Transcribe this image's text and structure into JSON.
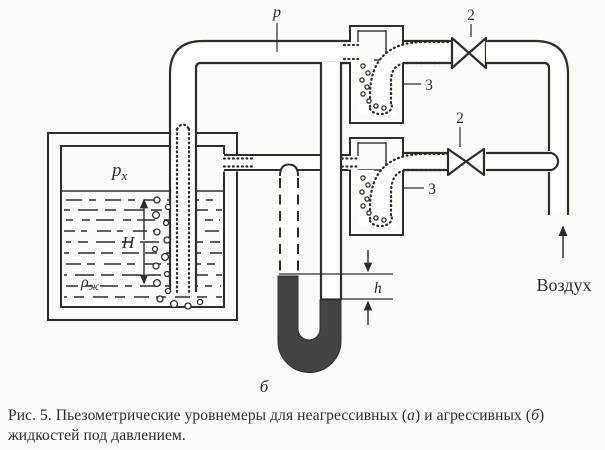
{
  "labels": {
    "pressure_supply": "p",
    "valve_top": "2",
    "valve_bottom": "2",
    "seal_pot_top": "3",
    "seal_pot_bottom": "3",
    "tank_pressure": "p",
    "tank_pressure_sub": "x",
    "level_height": "H",
    "density": "ρ",
    "density_sub": "ж",
    "manometer_head": "h",
    "subfigure": "б",
    "air": "Воздух"
  },
  "caption": {
    "fig_label": "Рис. 5.",
    "body_1": " Пьезометрические уровнемеры для неагрессивных (",
    "italic_a": "а",
    "body_2": ") и агрессивных (",
    "italic_b": "б",
    "body_3": ")",
    "line2": "жидкостей под давлением."
  },
  "colors": {
    "ink": "#2d2c29",
    "paper": "#fbfbf8",
    "fluid": "#454440"
  }
}
